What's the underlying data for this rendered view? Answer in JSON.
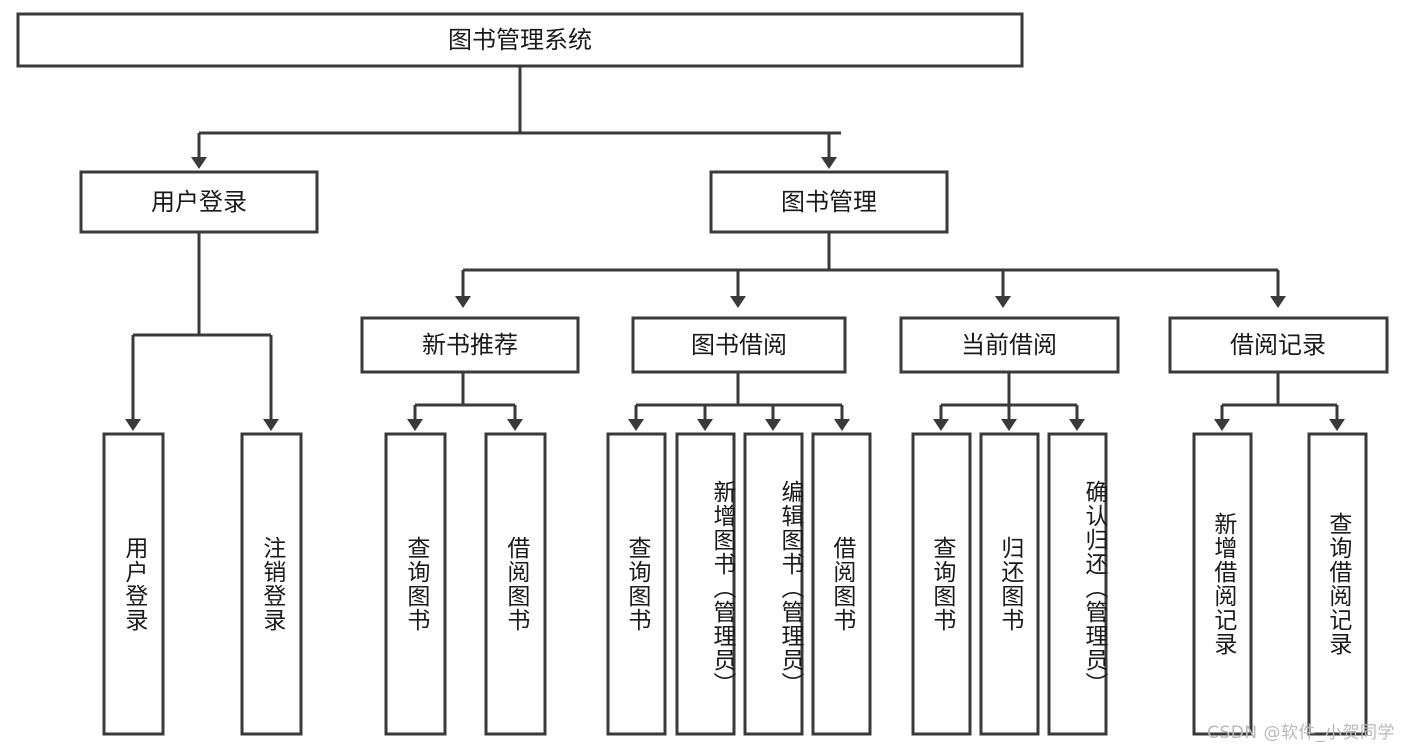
{
  "diagram": {
    "title": "图书管理系统",
    "type": "tree-hierarchy",
    "root": {
      "label": "图书管理系统"
    },
    "level2": [
      {
        "label": "用户登录"
      },
      {
        "label": "图书管理"
      }
    ],
    "level3": [
      {
        "label": "新书推荐"
      },
      {
        "label": "图书借阅"
      },
      {
        "label": "当前借阅"
      },
      {
        "label": "借阅记录"
      }
    ],
    "leaves": {
      "user_login": [
        {
          "label": "用户登录"
        },
        {
          "label": "注销登录"
        }
      ],
      "new_book_recommend": [
        {
          "label": "查询图书"
        },
        {
          "label": "借阅图书"
        }
      ],
      "book_borrow": [
        {
          "label": "查询图书"
        },
        {
          "label": "新增图书（管理员）"
        },
        {
          "label": "编辑图书（管理员）"
        },
        {
          "label": "借阅图书"
        }
      ],
      "current_borrow": [
        {
          "label": "查询图书"
        },
        {
          "label": "归还图书"
        },
        {
          "label": "确认归还（管理员）"
        }
      ],
      "borrow_record": [
        {
          "label": "新增借阅记录"
        },
        {
          "label": "查询借阅记录"
        }
      ]
    }
  },
  "watermark": {
    "text": "CSDN @软件_小贺同学"
  },
  "colors": {
    "stroke": "#3a3a3a",
    "fill": "#ffffff",
    "text": "#1a1a1a",
    "watermark": "#b9b9b9"
  }
}
